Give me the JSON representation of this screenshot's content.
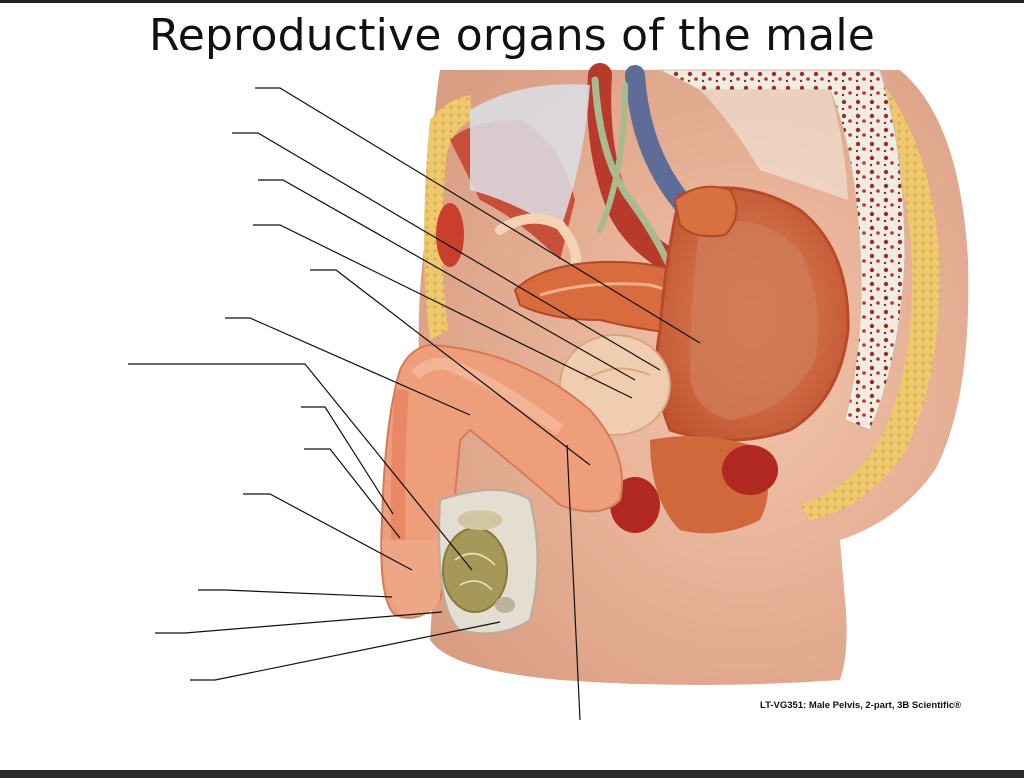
{
  "title": "Reproductive organs of the male",
  "caption": "LT-VG351: Male Pelvis, 2-part, 3B Scientific®",
  "illustration": {
    "subject": "sagittal section model of male pelvis",
    "label_count": 13,
    "colors": {
      "skin": "#e9b49a",
      "muscle": "#c8432e",
      "fat": "#e8c56a",
      "bladder_lining": "#d97a52",
      "prostate": "#f2cdb0",
      "testis": "#a99a5a",
      "vein": "#5a6a96",
      "nerve": "#a8b88a",
      "bone": "#efe6d2"
    }
  }
}
